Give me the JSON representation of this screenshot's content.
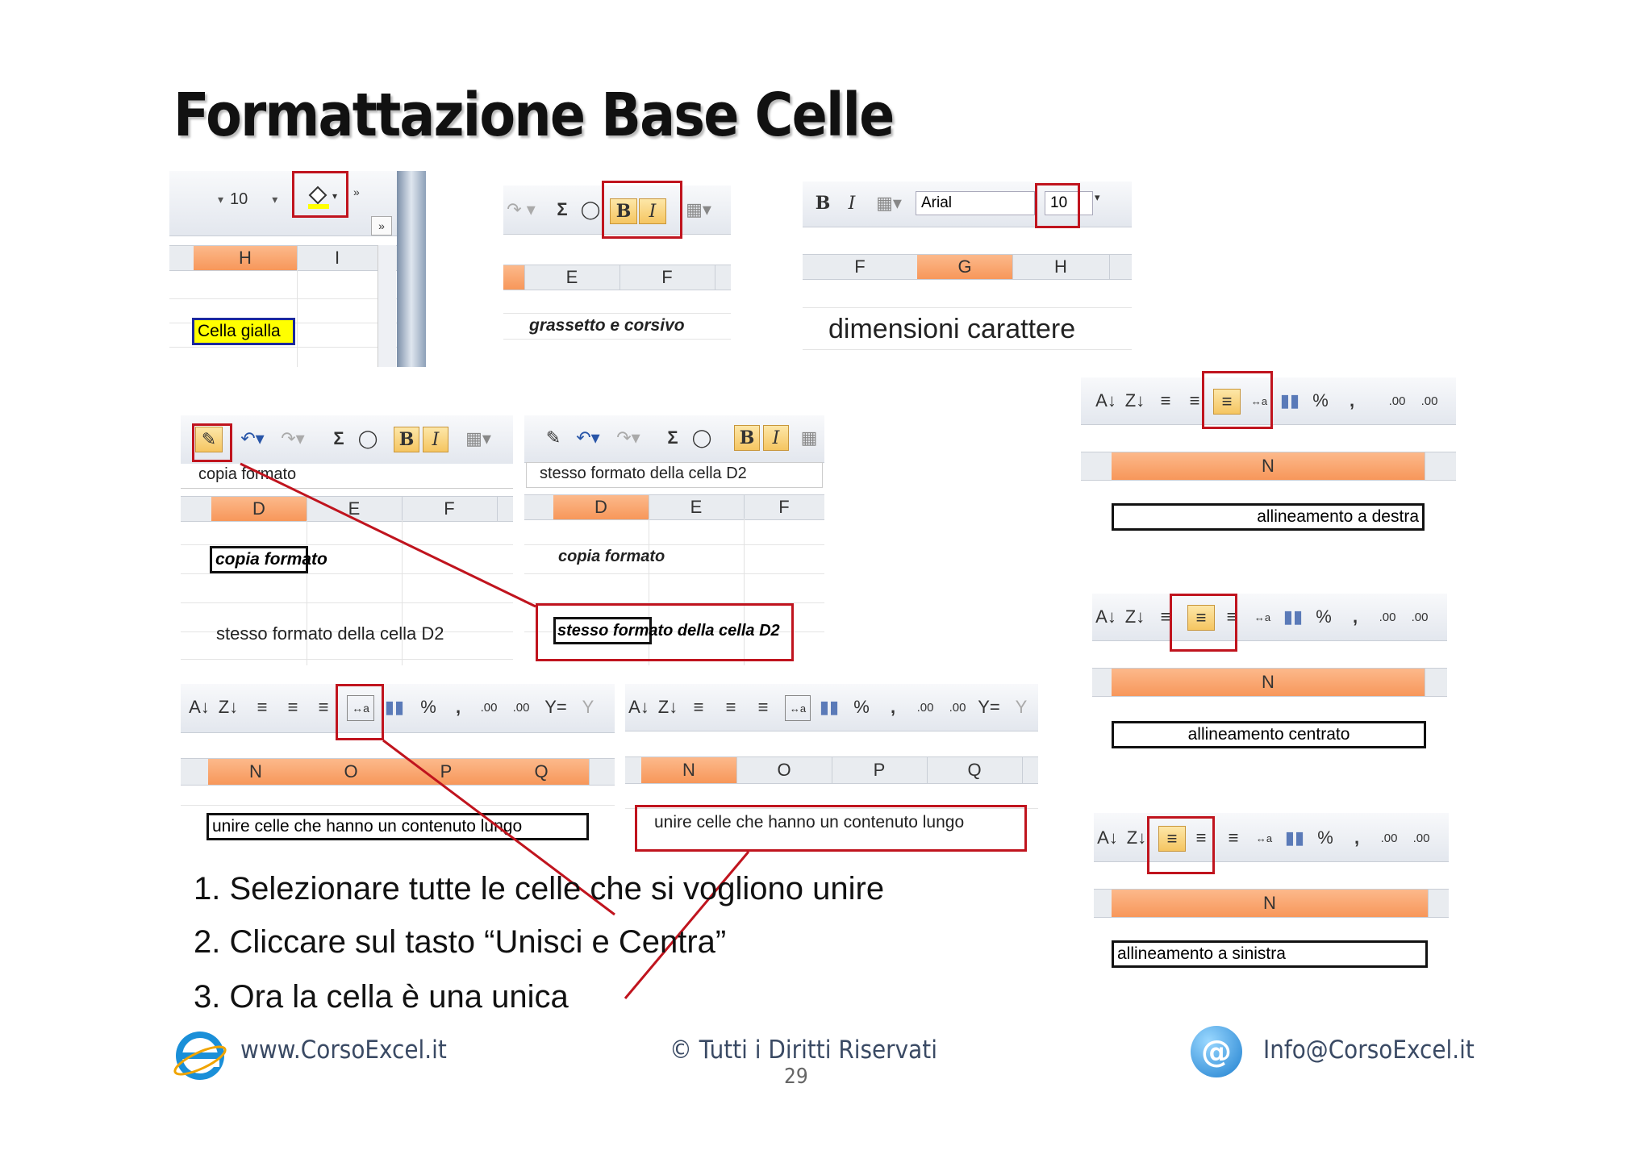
{
  "title": "Formattazione Base Celle",
  "panel_fill": {
    "font_size": "10",
    "col_h": "H",
    "col_i": "I",
    "cell_text": "Cella gialla",
    "highlight": "#ffff00"
  },
  "panel_bold": {
    "col_e": "E",
    "col_f": "F",
    "cell_text": "grassetto e corsivo"
  },
  "panel_size": {
    "font_name": "Arial",
    "font_size": "10",
    "col_f": "F",
    "col_g": "G",
    "col_h": "H",
    "cell_text": "dimensioni carattere"
  },
  "panel_copy_left": {
    "formula": "copia formato",
    "col_d": "D",
    "col_e": "E",
    "col_f": "F",
    "cell_d2": "copia formato",
    "cell_d4": "stesso formato della cella D2"
  },
  "panel_copy_right": {
    "formula": "stesso formato della cella D2",
    "col_d": "D",
    "col_e": "E",
    "col_f": "F",
    "cell_d2": "copia formato",
    "cell_d4": "stesso formato della cella D2"
  },
  "panel_merge_left": {
    "cols": [
      "N",
      "O",
      "P",
      "Q"
    ],
    "cell_text": "unire celle che hanno un contenuto lungo"
  },
  "panel_merge_right": {
    "cols": [
      "N",
      "O",
      "P",
      "Q"
    ],
    "cell_text": "unire celle che hanno un contenuto lungo"
  },
  "panel_align_right": {
    "col": "N",
    "cell_text": "allineamento a destra"
  },
  "panel_align_center": {
    "col": "N",
    "cell_text": "allineamento centrato"
  },
  "panel_align_left": {
    "col": "N",
    "cell_text": "allineamento a sinistra"
  },
  "steps": [
    "1. Selezionare tutte le celle che si vogliono unire",
    "2. Cliccare sul tasto “Unisci e Centra”",
    "3. Ora la cella è una unica"
  ],
  "footer": {
    "website": "www.CorsoExcel.it",
    "copyright": "© Tutti i Diritti Riservati",
    "page_number": "29",
    "email": "Info@CorsoExcel.it"
  },
  "icons": [
    "fill-color-icon",
    "bold-icon",
    "italic-icon",
    "sum-icon",
    "zoom-icon",
    "format-painter-icon",
    "undo-icon",
    "redo-icon",
    "sort-asc-icon",
    "sort-desc-icon",
    "align-left-icon",
    "align-center-icon",
    "align-right-icon",
    "merge-center-icon",
    "chart-icon",
    "percent-icon",
    "comma-icon",
    "increase-decimal-icon",
    "decrease-decimal-icon",
    "filter-icon",
    "ie-logo-icon",
    "email-at-icon"
  ],
  "colors": {
    "selected_header": "#f7975a",
    "highlight_box": "#c0141e",
    "toggle_on": "#f5c561"
  }
}
